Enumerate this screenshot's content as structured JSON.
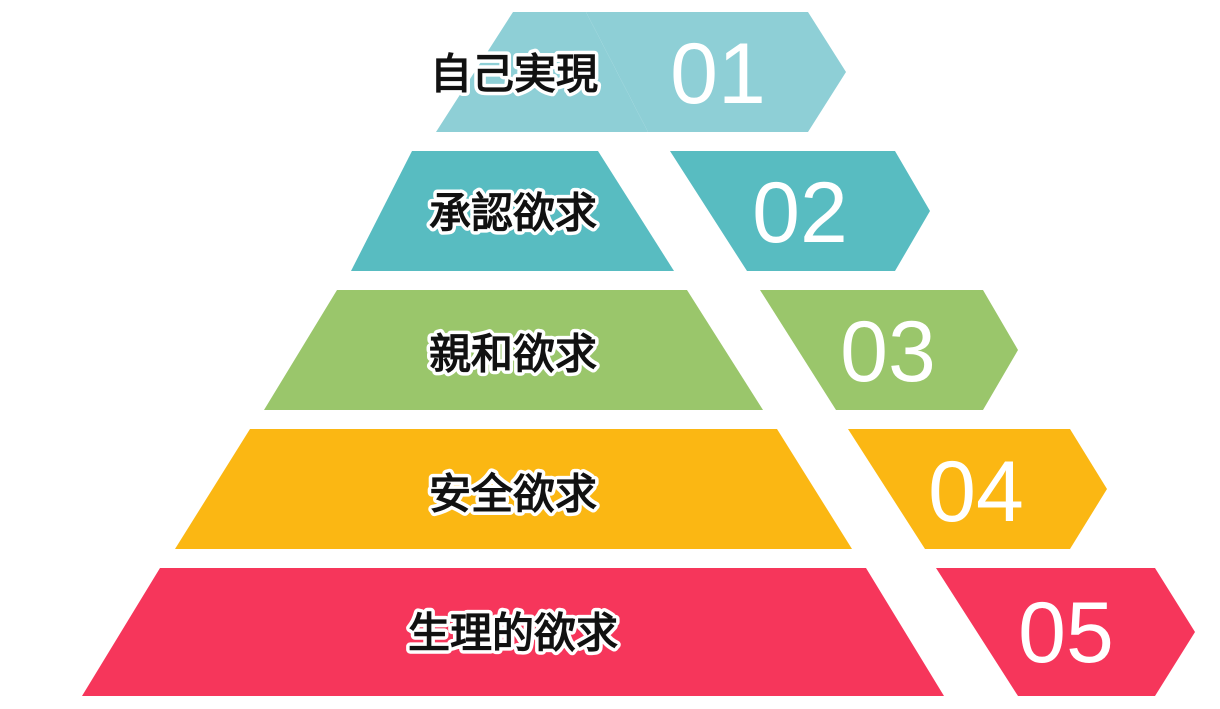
{
  "tiers": [
    {
      "number": "01",
      "label": "自己実現",
      "color": "#8ecfd6"
    },
    {
      "number": "02",
      "label": "承認欲求",
      "color": "#58bcc1"
    },
    {
      "number": "03",
      "label": "親和欲求",
      "color": "#9ac66b"
    },
    {
      "number": "04",
      "label": "安全欲求",
      "color": "#fbb713"
    },
    {
      "number": "05",
      "label": "生理的欲求",
      "color": "#f6365b"
    }
  ]
}
